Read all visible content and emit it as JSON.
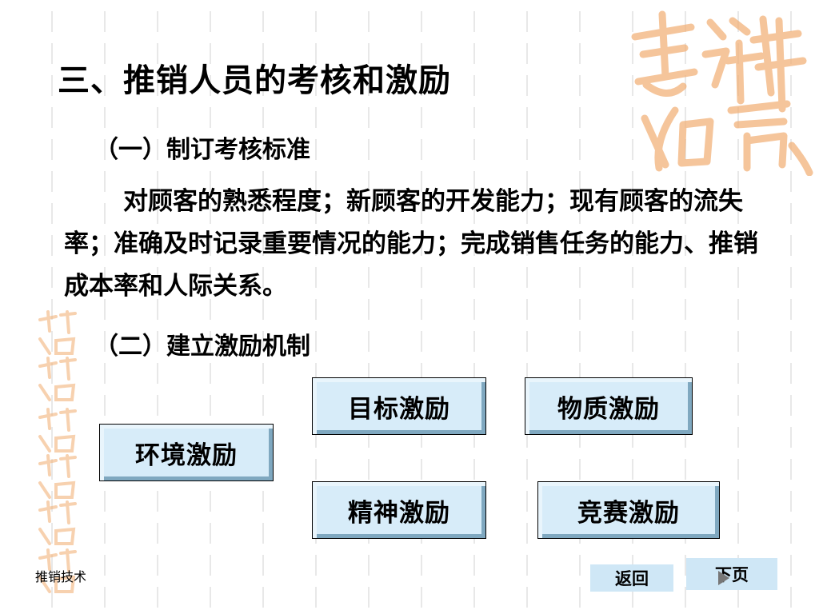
{
  "slide": {
    "title": "三、推销人员的考核和激励",
    "section1": {
      "heading": "（一）制订考核标准",
      "body": "对顾客的熟悉程度；新顾客的开发能力；现有顾客的流失率；准确及时记录重要情况的能力；完成销售任务的能力、推销成本率和人际关系。"
    },
    "section2": {
      "heading": "（二）建立激励机制",
      "items": [
        "目标激励",
        "物质激励",
        "环境激励",
        "精神激励",
        "竞赛激励"
      ]
    }
  },
  "footer": {
    "label": "推销技术",
    "back_label": "返回",
    "next_label": "下页",
    "next_icon": "play-icon"
  },
  "decorations": {
    "seal_color": "#f2b27a",
    "seal_icon": "seal-icon"
  }
}
